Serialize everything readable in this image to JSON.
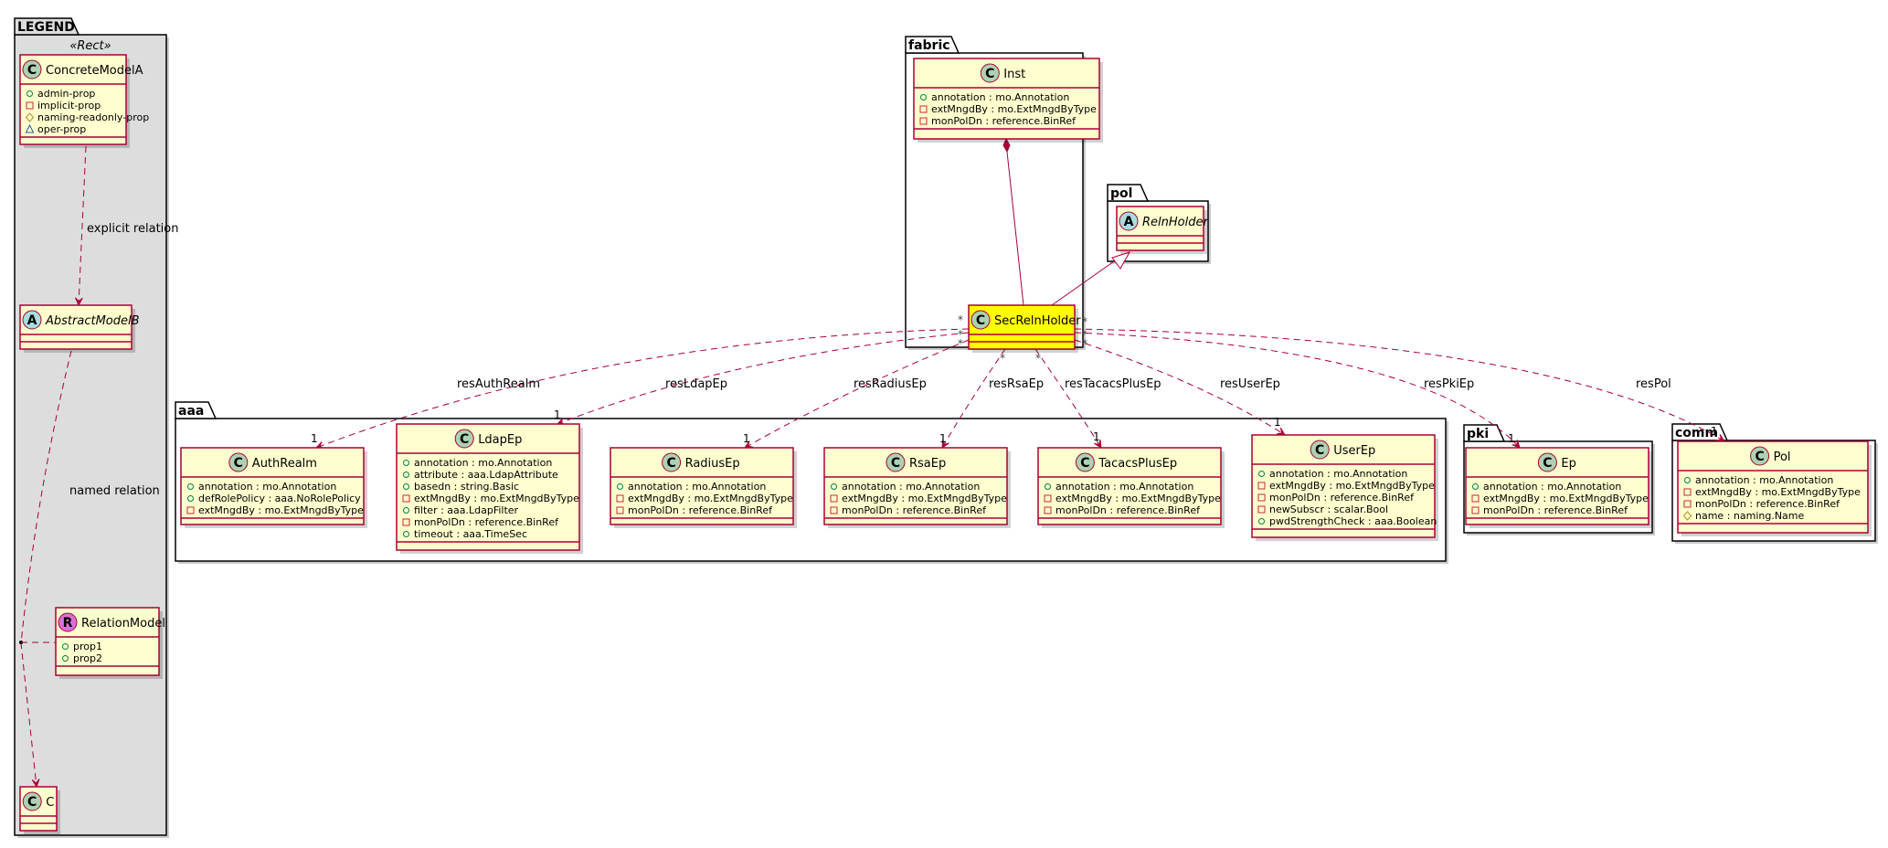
{
  "legend": {
    "package_label": "LEGEND",
    "stereotype": "«Rect»",
    "classes": {
      "concrete": {
        "badge": "C",
        "badge_color": "#add1b2",
        "name": "ConcreteModelA",
        "attrs": [
          {
            "vis": "public",
            "text": "admin-prop"
          },
          {
            "vis": "private",
            "text": "implicit-prop"
          },
          {
            "vis": "protected",
            "text": "naming-readonly-prop"
          },
          {
            "vis": "package",
            "text": "oper-prop"
          }
        ]
      },
      "abstract": {
        "badge": "A",
        "badge_color": "#a9dcdf",
        "name": "AbstractModelB",
        "attrs": []
      },
      "relation": {
        "badge": "R",
        "badge_color": "#da70d6",
        "name": "RelationModel",
        "attrs": [
          {
            "vis": "public",
            "text": "prop1"
          },
          {
            "vis": "public",
            "text": "prop2"
          }
        ]
      },
      "c": {
        "badge": "C",
        "badge_color": "#add1b2",
        "name": "C",
        "attrs": []
      }
    },
    "relations": {
      "explicit": "explicit relation",
      "named": "named relation"
    }
  },
  "packages": {
    "fabric": "fabric",
    "pol": "pol",
    "aaa": "aaa",
    "pki": "pki",
    "comm": "comm"
  },
  "classes": {
    "inst": {
      "badge": "C",
      "badge_color": "#add1b2",
      "name": "Inst",
      "attrs": [
        {
          "vis": "public",
          "text": "annotation : mo.Annotation"
        },
        {
          "vis": "private",
          "text": "extMngdBy : mo.ExtMngdByType"
        },
        {
          "vis": "private",
          "text": "monPolDn : reference.BinRef"
        }
      ]
    },
    "relnholder": {
      "badge": "A",
      "badge_color": "#a9dcdf",
      "name": "RelnHolder",
      "attrs": []
    },
    "secrelnholder": {
      "badge": "C",
      "badge_color": "#add1b2",
      "name": "SecRelnHolder",
      "attrs": [],
      "highlight_color": "#ffff00"
    },
    "authrealm": {
      "badge": "C",
      "badge_color": "#add1b2",
      "name": "AuthRealm",
      "attrs": [
        {
          "vis": "public",
          "text": "annotation : mo.Annotation"
        },
        {
          "vis": "public",
          "text": "defRolePolicy : aaa.NoRolePolicy"
        },
        {
          "vis": "private",
          "text": "extMngdBy : mo.ExtMngdByType"
        }
      ]
    },
    "ldapep": {
      "badge": "C",
      "badge_color": "#add1b2",
      "name": "LdapEp",
      "attrs": [
        {
          "vis": "public",
          "text": "annotation : mo.Annotation"
        },
        {
          "vis": "public",
          "text": "attribute : aaa.LdapAttribute"
        },
        {
          "vis": "public",
          "text": "basedn : string.Basic"
        },
        {
          "vis": "private",
          "text": "extMngdBy : mo.ExtMngdByType"
        },
        {
          "vis": "public",
          "text": "filter : aaa.LdapFilter"
        },
        {
          "vis": "private",
          "text": "monPolDn : reference.BinRef"
        },
        {
          "vis": "public",
          "text": "timeout : aaa.TimeSec"
        }
      ]
    },
    "radiusep": {
      "badge": "C",
      "badge_color": "#add1b2",
      "name": "RadiusEp",
      "attrs": [
        {
          "vis": "public",
          "text": "annotation : mo.Annotation"
        },
        {
          "vis": "private",
          "text": "extMngdBy : mo.ExtMngdByType"
        },
        {
          "vis": "private",
          "text": "monPolDn : reference.BinRef"
        }
      ]
    },
    "rsaep": {
      "badge": "C",
      "badge_color": "#add1b2",
      "name": "RsaEp",
      "attrs": [
        {
          "vis": "public",
          "text": "annotation : mo.Annotation"
        },
        {
          "vis": "private",
          "text": "extMngdBy : mo.ExtMngdByType"
        },
        {
          "vis": "private",
          "text": "monPolDn : reference.BinRef"
        }
      ]
    },
    "tacacsplusep": {
      "badge": "C",
      "badge_color": "#add1b2",
      "name": "TacacsPlusEp",
      "attrs": [
        {
          "vis": "public",
          "text": "annotation : mo.Annotation"
        },
        {
          "vis": "private",
          "text": "extMngdBy : mo.ExtMngdByType"
        },
        {
          "vis": "private",
          "text": "monPolDn : reference.BinRef"
        }
      ]
    },
    "userep": {
      "badge": "C",
      "badge_color": "#add1b2",
      "name": "UserEp",
      "attrs": [
        {
          "vis": "public",
          "text": "annotation : mo.Annotation"
        },
        {
          "vis": "private",
          "text": "extMngdBy : mo.ExtMngdByType"
        },
        {
          "vis": "private",
          "text": "monPolDn : reference.BinRef"
        },
        {
          "vis": "private",
          "text": "newSubscr : scalar.Bool"
        },
        {
          "vis": "public",
          "text": "pwdStrengthCheck : aaa.Boolean"
        }
      ]
    },
    "pkiep": {
      "badge": "C",
      "badge_color": "#add1b2",
      "name": "Ep",
      "attrs": [
        {
          "vis": "public",
          "text": "annotation : mo.Annotation"
        },
        {
          "vis": "private",
          "text": "extMngdBy : mo.ExtMngdByType"
        },
        {
          "vis": "private",
          "text": "monPolDn : reference.BinRef"
        }
      ]
    },
    "commpol": {
      "badge": "C",
      "badge_color": "#add1b2",
      "name": "Pol",
      "attrs": [
        {
          "vis": "public",
          "text": "annotation : mo.Annotation"
        },
        {
          "vis": "private",
          "text": "extMngdBy : mo.ExtMngdByType"
        },
        {
          "vis": "private",
          "text": "monPolDn : reference.BinRef"
        },
        {
          "vis": "protected",
          "text": "name : naming.Name"
        }
      ]
    }
  },
  "relations": [
    {
      "id": "resAuthRealm",
      "label": "resAuthRealm",
      "from": "secrelnholder",
      "to": "authrealm",
      "src_mult": "*",
      "dst_mult": "1"
    },
    {
      "id": "resLdapEp",
      "label": "resLdapEp",
      "from": "secrelnholder",
      "to": "ldapep",
      "src_mult": "*",
      "dst_mult": "1"
    },
    {
      "id": "resRadiusEp",
      "label": "resRadiusEp",
      "from": "secrelnholder",
      "to": "radiusep",
      "src_mult": "*",
      "dst_mult": "1"
    },
    {
      "id": "resRsaEp",
      "label": "resRsaEp",
      "from": "secrelnholder",
      "to": "rsaep",
      "src_mult": "*",
      "dst_mult": "1"
    },
    {
      "id": "resTacacsPlusEp",
      "label": "resTacacsPlusEp",
      "from": "secrelnholder",
      "to": "tacacsplusep",
      "src_mult": "*",
      "dst_mult": "1"
    },
    {
      "id": "resUserEp",
      "label": "resUserEp",
      "from": "secrelnholder",
      "to": "userep",
      "src_mult": "*",
      "dst_mult": "1"
    },
    {
      "id": "resPkiEp",
      "label": "resPkiEp",
      "from": "secrelnholder",
      "to": "pkiep",
      "src_mult": "*",
      "dst_mult": "1"
    },
    {
      "id": "resPol",
      "label": "resPol",
      "from": "secrelnholder",
      "to": "commpol",
      "src_mult": "*",
      "dst_mult": "1"
    }
  ],
  "visibility_colors": {
    "public": "#038048",
    "private": "#c82930",
    "protected": "#b38d22",
    "package": "#1963a0"
  }
}
